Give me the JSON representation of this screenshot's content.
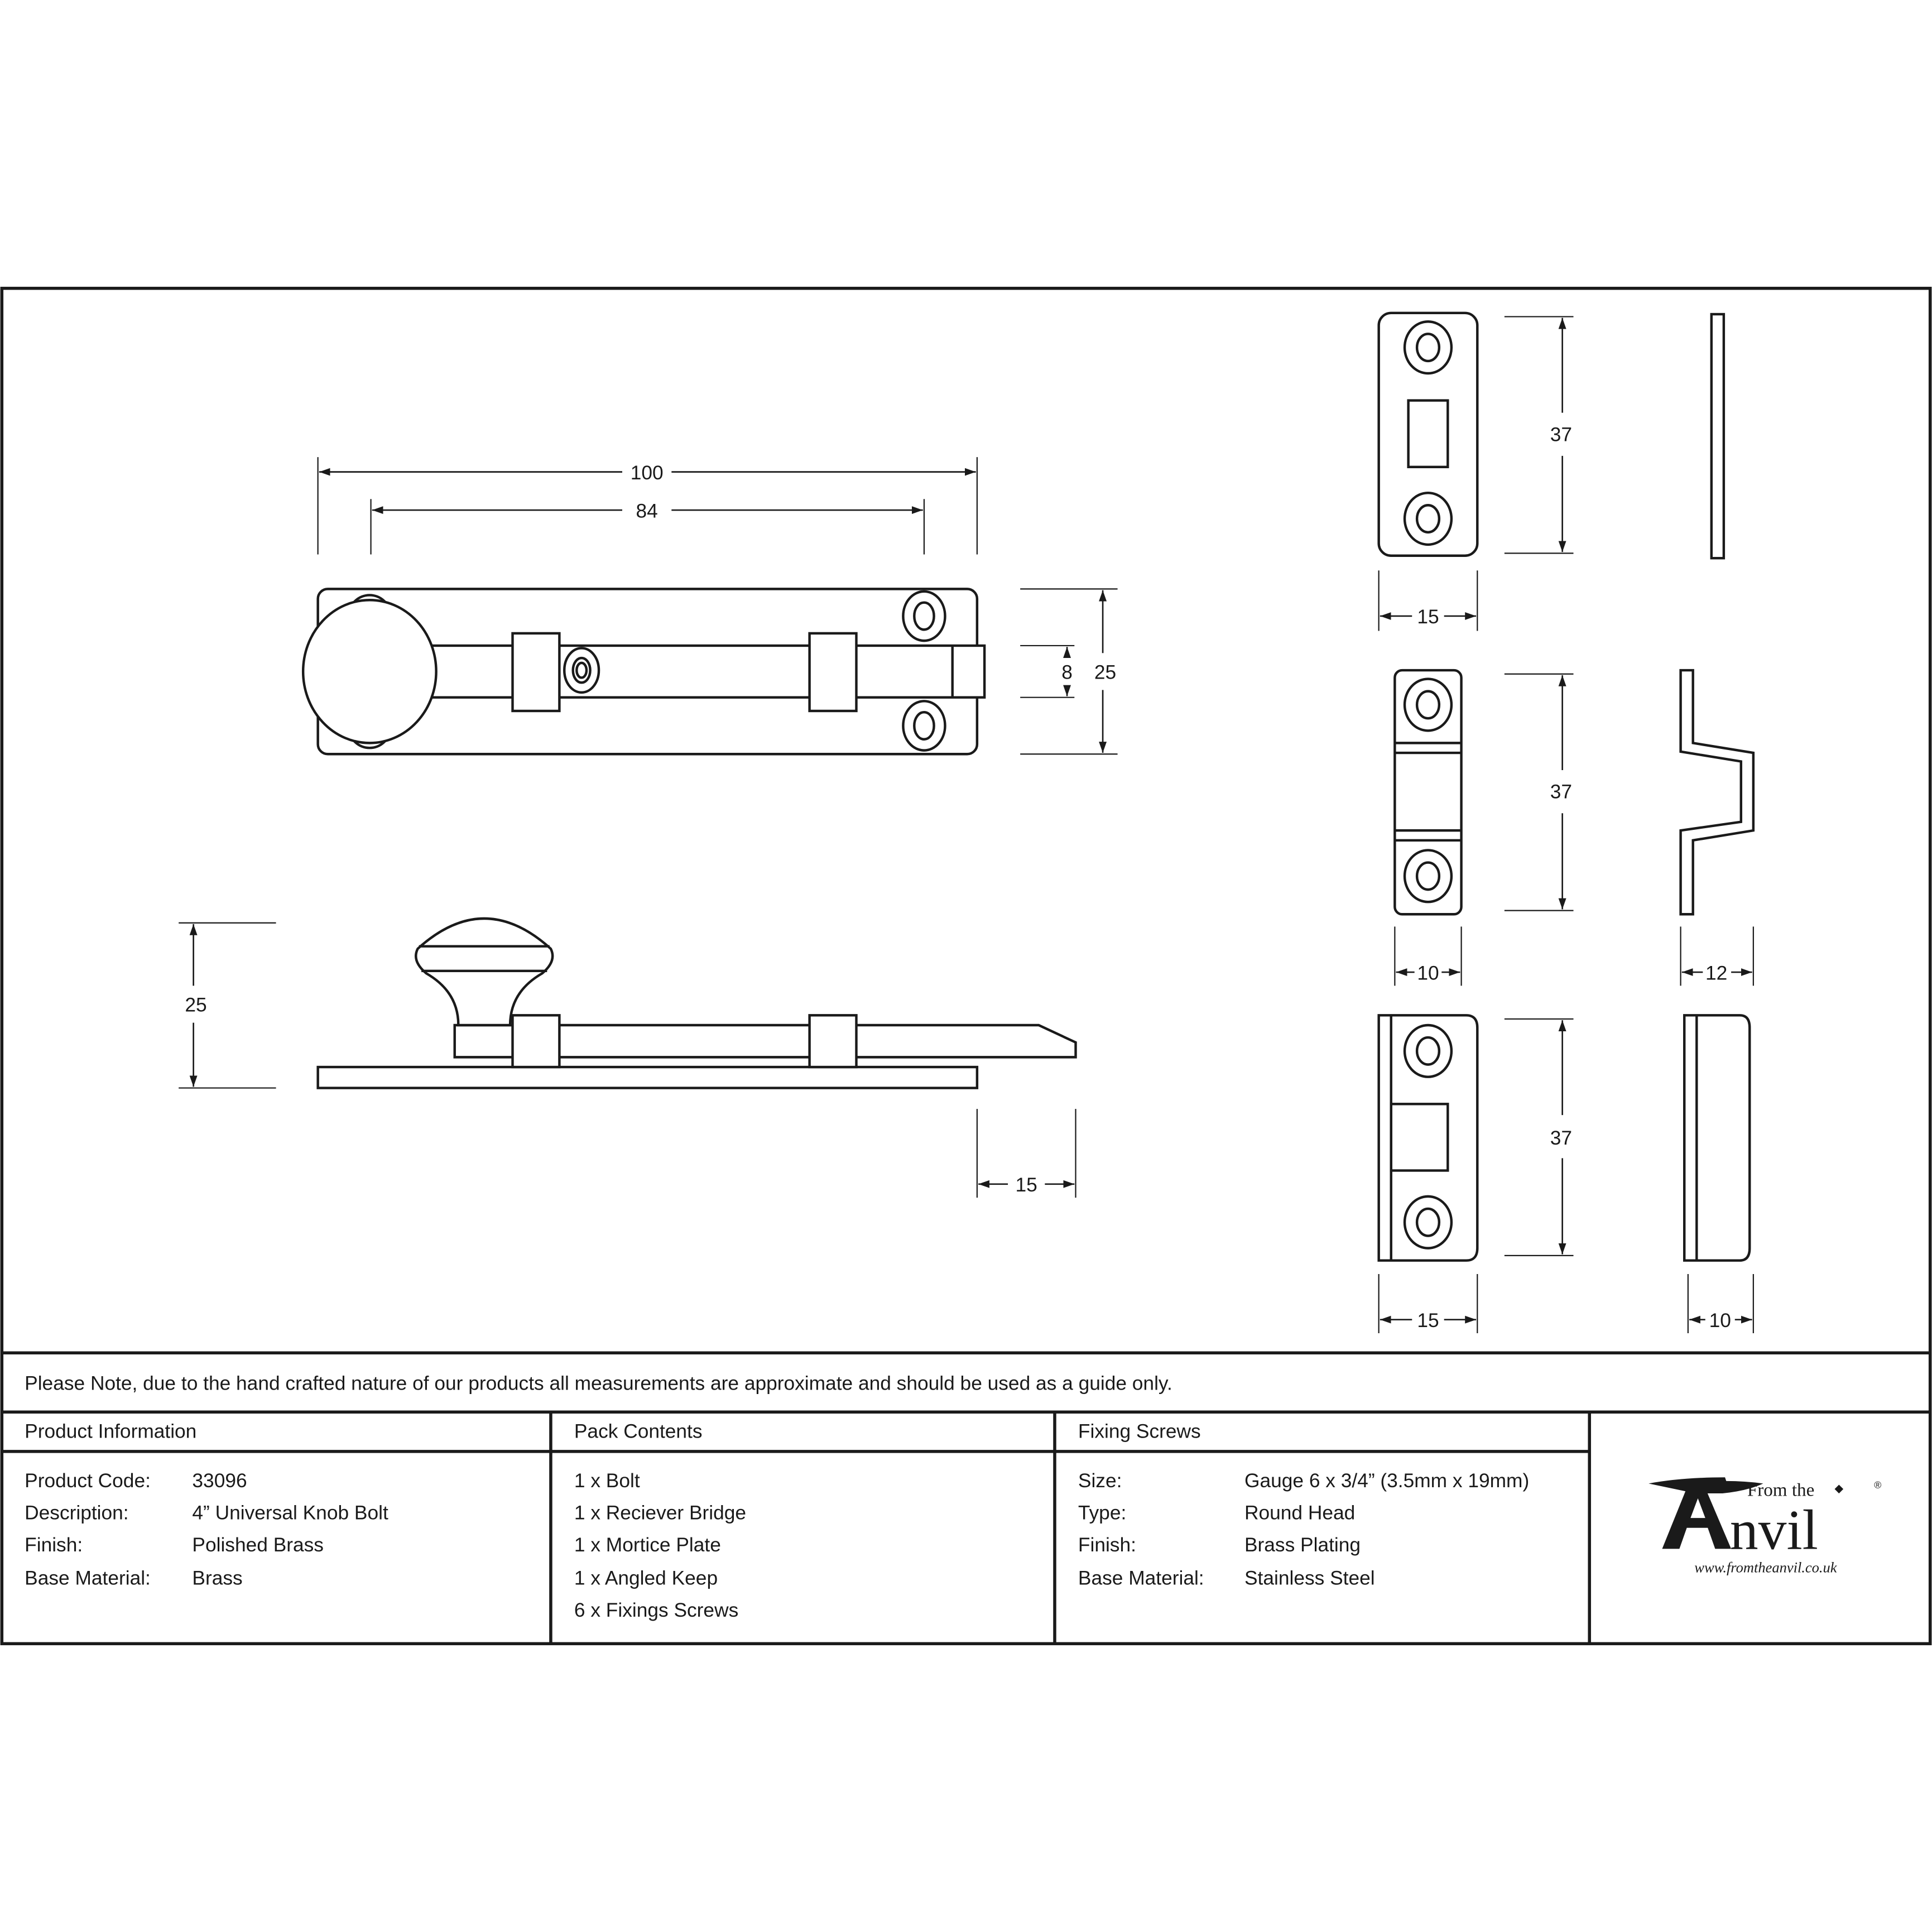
{
  "drawing": {
    "bolt_top_view": {
      "dimensions": {
        "overall_length": "100",
        "fixing_centres": "84",
        "bolt_width": "8",
        "plate_height": "25"
      }
    },
    "bolt_side_view": {
      "dimensions": {
        "overall_height": "25",
        "bolt_projection": "15"
      }
    },
    "mortice_plate": {
      "dimensions": {
        "height": "37",
        "width": "15"
      }
    },
    "receiver_bridge": {
      "dimensions": {
        "height": "37",
        "width": "10",
        "depth": "12"
      }
    },
    "angled_keep": {
      "dimensions": {
        "height": "37",
        "width": "15",
        "depth": "10"
      }
    }
  },
  "note": "Please Note, due to the hand crafted nature of our products all measurements are approximate and should be used as a guide only.",
  "product_information": {
    "heading": "Product Information",
    "rows": [
      {
        "label": "Product Code:",
        "value": "33096"
      },
      {
        "label": "Description:",
        "value": "4” Universal Knob Bolt"
      },
      {
        "label": "Finish:",
        "value": "Polished Brass"
      },
      {
        "label": "Base Material:",
        "value": "Brass"
      }
    ]
  },
  "pack_contents": {
    "heading": "Pack Contents",
    "items": [
      "1 x Bolt",
      "1 x Reciever Bridge",
      "1 x Mortice Plate",
      "1 x Angled Keep",
      "6 x Fixings Screws"
    ]
  },
  "fixing_screws": {
    "heading": "Fixing Screws",
    "rows": [
      {
        "label": "Size:",
        "value": "Gauge 6 x 3/4” (3.5mm x 19mm)"
      },
      {
        "label": "Type:",
        "value": "Round Head"
      },
      {
        "label": "Finish:",
        "value": "Brass Plating"
      },
      {
        "label": "Base Material:",
        "value": "Stainless Steel"
      }
    ]
  },
  "logo": {
    "from_the": "From the",
    "brand": "nvil",
    "brand_initial": "A",
    "registered": "®",
    "website": "www.fromtheanvil.co.uk"
  },
  "colors": {
    "line": "#1a1a1a",
    "background": "#ffffff"
  }
}
